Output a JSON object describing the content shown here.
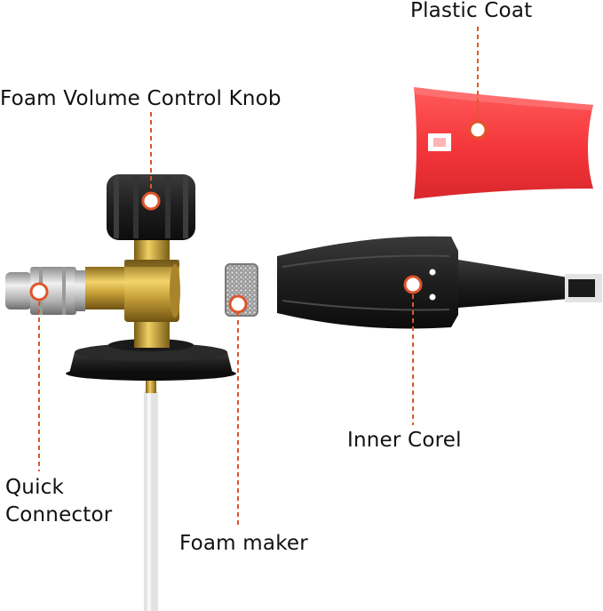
{
  "labels": {
    "plastic_coat": "Plastic Coat",
    "foam_volume_control_knob": "Foam Volume Control Knob",
    "inner_core": "Inner Corel",
    "quick_connector_line1": "Quick",
    "quick_connector_line2": "Connector",
    "foam_maker": "Foam maker"
  },
  "colors": {
    "leader_line": "#d9592c",
    "marker_fill": "#ffffff",
    "marker_ring": "#e0542a",
    "plastic_coat": "#f4363a",
    "brass": "#c8a23a",
    "black_part": "#1c1c1c",
    "steel": "#c9c9c9",
    "tube": "#e6e6e6"
  }
}
